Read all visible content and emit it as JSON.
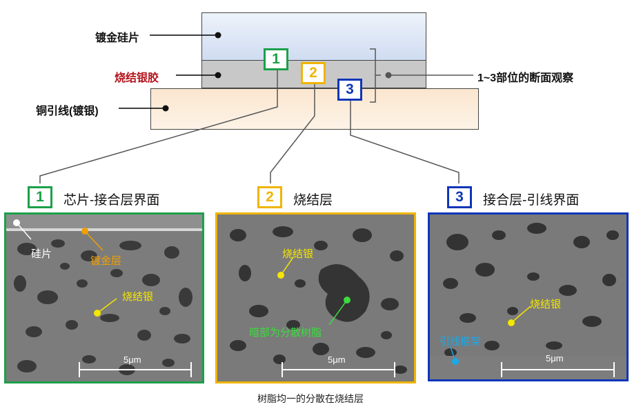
{
  "diagram": {
    "labels": {
      "chip": "镀金硅片",
      "sinter": "烧结银胶",
      "lead": "铜引线(镀银)",
      "observe": "1~3部位的断面观察"
    },
    "markers": [
      "1",
      "2",
      "3"
    ],
    "colors": {
      "green": "#1ca04a",
      "yellow": "#f0b400",
      "blue": "#0f35b8",
      "sinter_label": "#b3141c",
      "annotation_yellow": "#f5e600",
      "annotation_orange": "#f0a000",
      "annotation_green": "#3ddc3d",
      "annotation_cyan": "#19a8e8"
    }
  },
  "panels": [
    {
      "number": "1",
      "title": "芯片-接合层界面",
      "annotations": [
        "硅片",
        "镀金层",
        "烧结银"
      ],
      "scale": "5μm"
    },
    {
      "number": "2",
      "title": "烧结层",
      "annotations": [
        "烧结银",
        "暗部为分散树脂"
      ],
      "scale": "5μm"
    },
    {
      "number": "3",
      "title": "接合层-引线界面",
      "annotations": [
        "烧结银",
        "引线框架"
      ],
      "scale": "5μm"
    }
  ],
  "caption": "树脂均一的分散在烧结层"
}
